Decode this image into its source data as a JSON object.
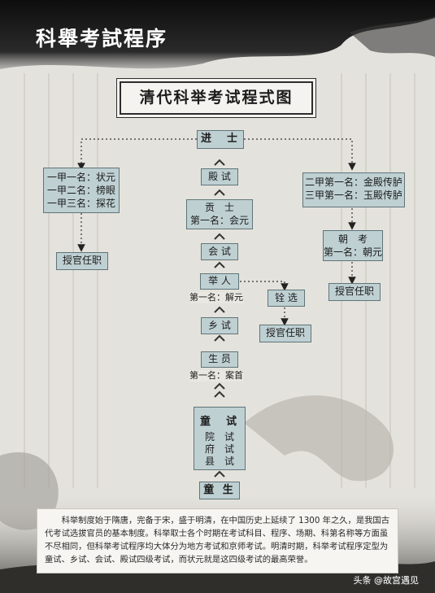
{
  "header": {
    "title": "科舉考試程序"
  },
  "chart_title": "清代科举考试程式图",
  "boxes": {
    "jinshi": "进　士",
    "yiya": [
      "一甲一名：状元",
      "一甲二名：榜眼",
      "一甲三名：探花"
    ],
    "yiya_award": "授官任职",
    "dianshi": "殿 试",
    "gongshi_title": "贡　士",
    "gongshi_rank": "第一名：会元",
    "huishi": "会 试",
    "erjia": [
      "二甲第一名：金殿传胪",
      "三甲第一名：玉殿传胪"
    ],
    "chaokao_title": "朝　考",
    "chaokao_rank": "第一名：朝元",
    "erjia_award": "授官任职",
    "juren": "举 人",
    "juren_rank": "第一名：解元",
    "quanxuan": "铨 选",
    "quanxuan_award": "授官任职",
    "xiangshi": "乡 试",
    "shengyuan": "生 员",
    "shengyuan_rank": "第一名：案首",
    "tongshi": "童　试",
    "tongshi_sub": [
      "院　试",
      "府　试",
      "县　试"
    ],
    "tongsheng": "童 生"
  },
  "intro": "科举制度始于隋唐，完备于宋，盛于明清，在中国历史上延续了 1300 年之久，是我国古代考试选拔官员的基本制度。科举取士各个时期在考试科目、程序、场期、科第名称等方面虽不尽相同，但科举考试程序均大体分为地方考试和京师考试。明清时期，科举考试程序定型为童试、乡试、会试、殿试四级考试，而状元就是这四级考试的最高荣誉。",
  "watermark": "头条 @故宫遇见",
  "colors": {
    "box_fill": "#bfd0d3",
    "box_border": "#5f7479",
    "header_band": "#1a1a1a"
  }
}
